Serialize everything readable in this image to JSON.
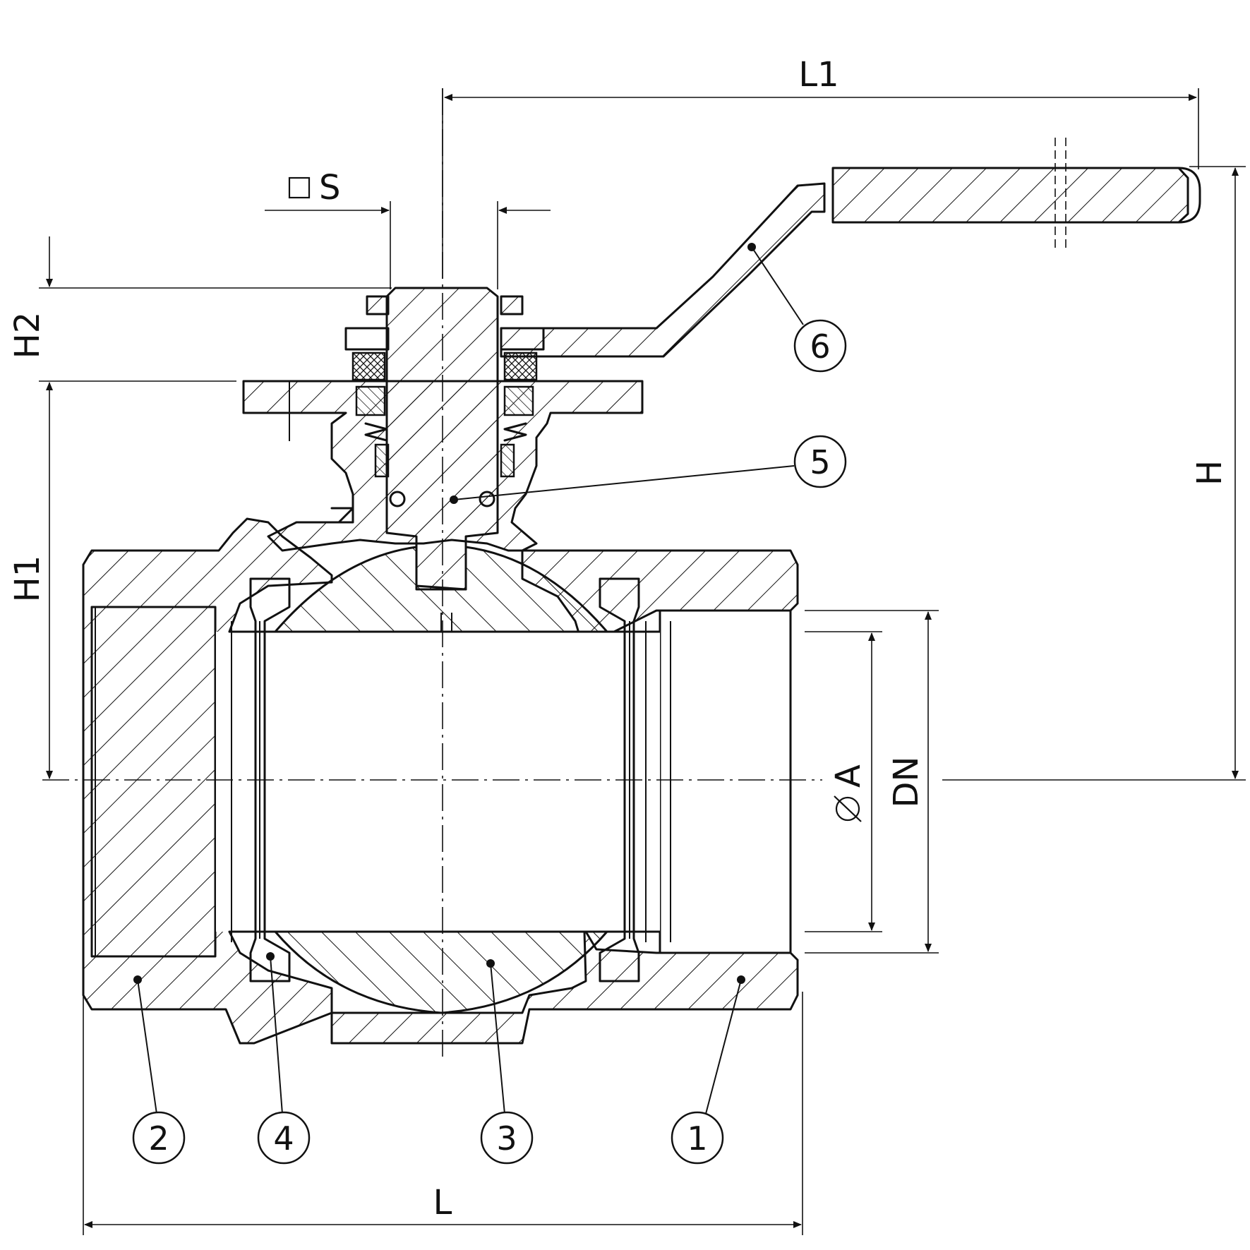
{
  "dimensions": {
    "L": "L",
    "L1": "L1",
    "H": "H",
    "H1": "H1",
    "H2": "H2",
    "S": "S",
    "A": "A",
    "DN": "DN"
  },
  "callouts": [
    "1",
    "2",
    "3",
    "4",
    "5",
    "6"
  ]
}
